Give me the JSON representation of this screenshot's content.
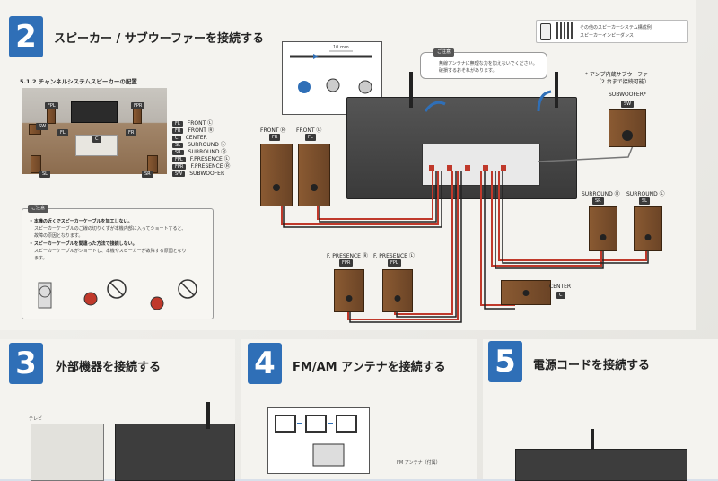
{
  "section2": {
    "number": "2",
    "title": "スピーカー / サブウーファーを接続する",
    "subheading": "5.1.2 チャンネルシステムスピーカーの配置",
    "qr_labels": [
      "その他のスピーカーシステム構成例",
      "スピーカーインピーダンス"
    ],
    "legend": [
      {
        "code": "FL",
        "name": "FRONT Ⓛ"
      },
      {
        "code": "FR",
        "name": "FRONT Ⓡ"
      },
      {
        "code": "C",
        "name": "CENTER"
      },
      {
        "code": "SL",
        "name": "SURROUND Ⓛ"
      },
      {
        "code": "SR",
        "name": "SURROUND Ⓡ"
      },
      {
        "code": "FPL",
        "name": "F.PRESENCE Ⓛ"
      },
      {
        "code": "FPR",
        "name": "F.PRESENCE Ⓡ"
      },
      {
        "code": "SW",
        "name": "SUBWOOFER"
      }
    ],
    "room_badges": {
      "fpl": "FPL",
      "fpr": "FPR",
      "fl": "FL",
      "fr": "FR",
      "c": "C",
      "sw": "SW",
      "sl": "SL",
      "sr": "SR"
    },
    "caution_tag": "ご注意",
    "caution_lines": [
      "• 本機の近くでスピーカーケーブルを加工しない。",
      "　スピーカーケーブルのご線の切りくずが本機内部に入ってショートすると、",
      "　故障の原因となります。",
      "• スピーカーケーブルを間違った方法で接続しない。",
      "　スピーカーケーブルがショートし、本機やスピーカーが故障する原因となり",
      "　ます。"
    ],
    "wire_dim": "10 mm",
    "antenna_caution_tag": "ご注意",
    "antenna_caution": [
      "無線アンテナに無理な力を加えないでください。",
      "破損するおそれがあります。"
    ],
    "subwoofer_note": [
      "* アンプ内蔵サブウーファー",
      "（2 台まで接続可能）"
    ],
    "speakers": {
      "front_r": "FRONT Ⓡ",
      "front_r_badge": "FR",
      "front_l": "FRONT Ⓛ",
      "front_l_badge": "FL",
      "subwoofer": "SUBWOOFER*",
      "subwoofer_badge": "SW",
      "surround_r": "SURROUND Ⓡ",
      "surround_r_badge": "SR",
      "surround_l": "SURROUND Ⓛ",
      "surround_l_badge": "SL",
      "fpresence_r": "F. PRESENCE Ⓡ",
      "fpresence_r_badge": "FPR",
      "fpresence_l": "F. PRESENCE Ⓛ",
      "fpresence_l_badge": "FPL",
      "center": "CENTER",
      "center_badge": "C"
    }
  },
  "section3": {
    "number": "3",
    "title": "外部機器を接続する",
    "tv_label": "テレビ"
  },
  "section4": {
    "number": "4",
    "title": "FM/AM アンテナを接続する",
    "fm_label": "FM アンテナ（付属）"
  },
  "section5": {
    "number": "5",
    "title": "電源コードを接続する"
  },
  "colors": {
    "accent_blue": "#2f6fb7",
    "cable_red": "#c0392b",
    "speaker_wood": "#7a4e2c"
  }
}
